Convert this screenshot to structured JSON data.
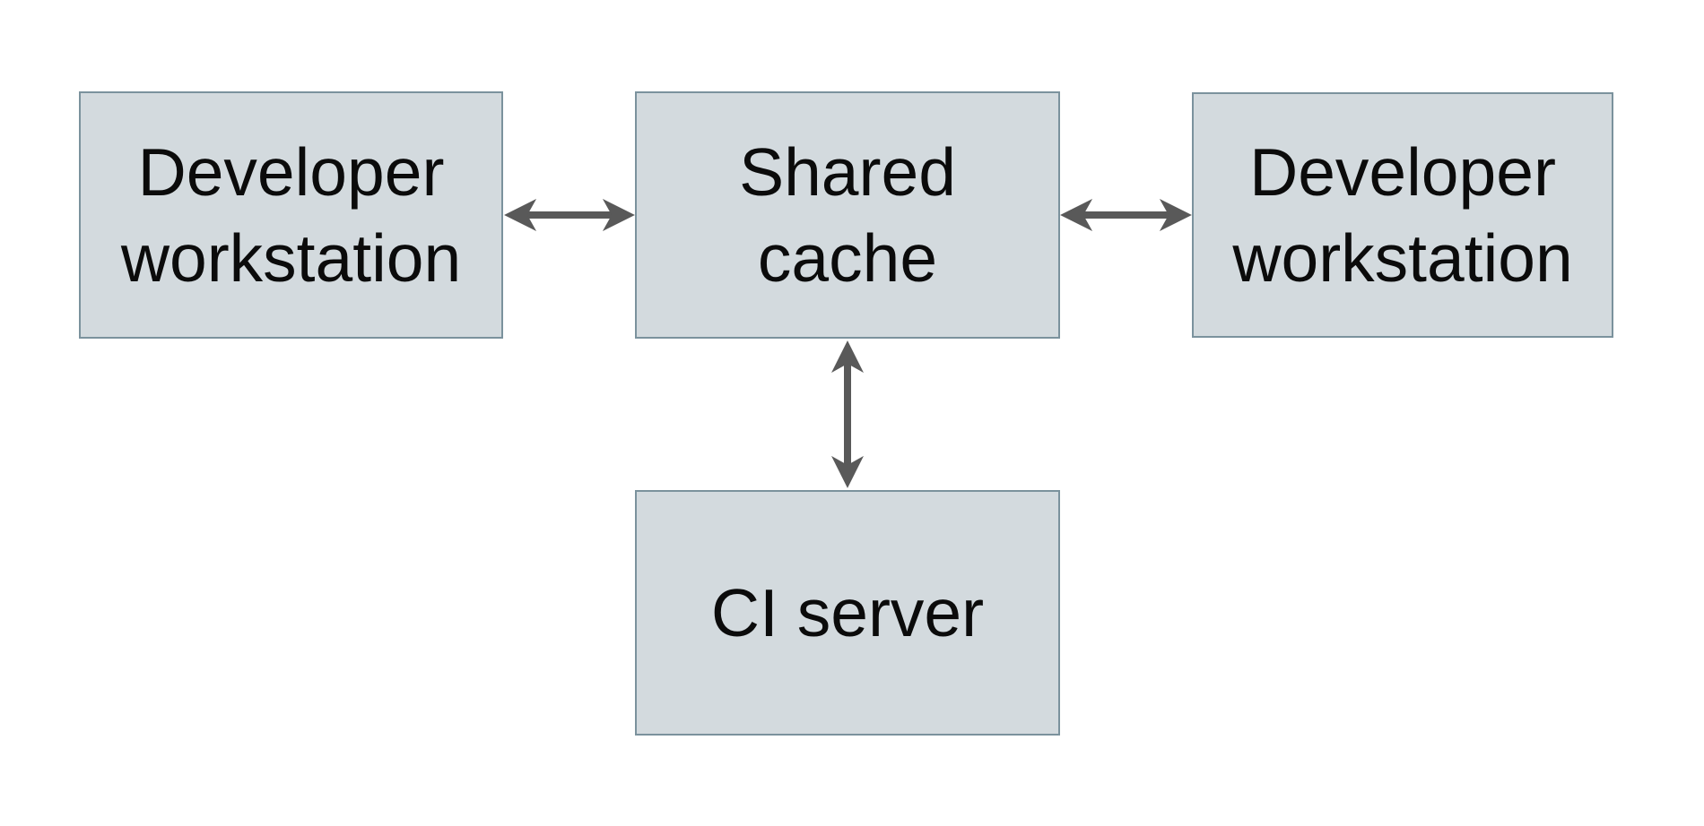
{
  "diagram": {
    "type": "architecture-diagram",
    "background_color": "#ffffff",
    "node_fill_color": "#d3dade",
    "node_border_color": "#7b929d",
    "text_color": "#0b0b0b",
    "arrow_color": "#595959",
    "nodes": [
      {
        "id": "developer-workstation-left",
        "label": "Developer\nworkstation",
        "position": "top-left"
      },
      {
        "id": "shared-cache",
        "label": "Shared\ncache",
        "position": "top-center"
      },
      {
        "id": "developer-workstation-right",
        "label": "Developer\nworkstation",
        "position": "top-right"
      },
      {
        "id": "ci-server",
        "label": "CI server",
        "position": "bottom-center"
      }
    ],
    "edges": [
      {
        "from": "developer-workstation-left",
        "to": "shared-cache",
        "direction": "bidirectional",
        "orientation": "horizontal"
      },
      {
        "from": "shared-cache",
        "to": "developer-workstation-right",
        "direction": "bidirectional",
        "orientation": "horizontal"
      },
      {
        "from": "shared-cache",
        "to": "ci-server",
        "direction": "bidirectional",
        "orientation": "vertical"
      }
    ]
  }
}
